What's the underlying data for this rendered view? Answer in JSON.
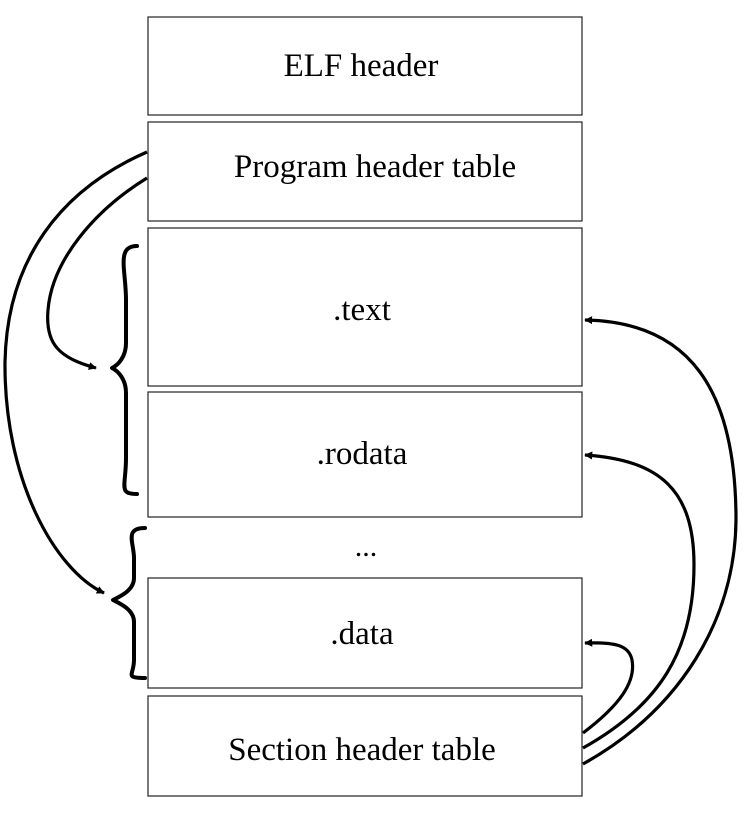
{
  "blocks": [
    {
      "id": "elf-header",
      "label": "ELF header"
    },
    {
      "id": "program-header-table",
      "label": "Program header table"
    },
    {
      "id": "text-section",
      "label": ".text"
    },
    {
      "id": "rodata-section",
      "label": ".rodata"
    },
    {
      "id": "data-section",
      "label": ".data"
    },
    {
      "id": "section-header-table",
      "label": "Section header table"
    }
  ],
  "gap_label": "...",
  "colors": {
    "stroke": "#222222",
    "text": "#000000",
    "background": "#ffffff"
  }
}
